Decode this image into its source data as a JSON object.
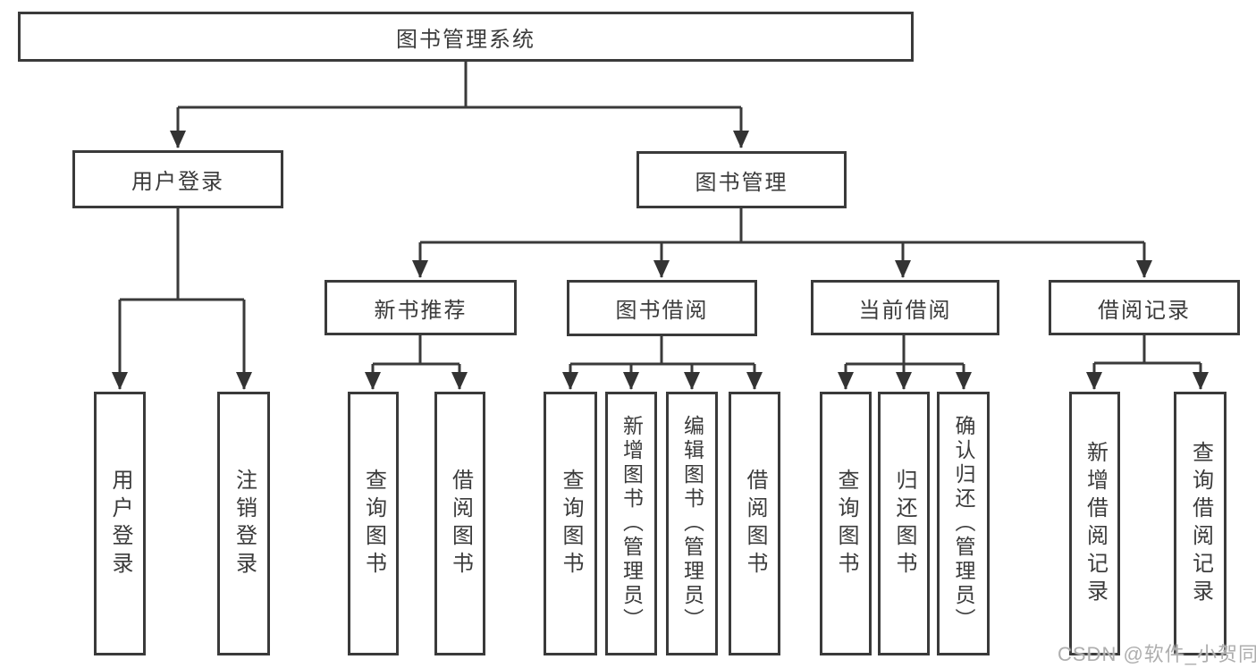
{
  "tree": {
    "root": {
      "label": "图书管理系统"
    },
    "branches": [
      {
        "label": "用户登录",
        "children": [
          {
            "label": "用户登录"
          },
          {
            "label": "注销登录"
          }
        ]
      },
      {
        "label": "图书管理",
        "sections": [
          {
            "label": "新书推荐",
            "children": [
              {
                "label": "查询图书"
              },
              {
                "label": "借阅图书"
              }
            ]
          },
          {
            "label": "图书借阅",
            "children": [
              {
                "label": "查询图书"
              },
              {
                "label": "新增图书（管理员）"
              },
              {
                "label": "编辑图书（管理员）"
              },
              {
                "label": "借阅图书"
              }
            ]
          },
          {
            "label": "当前借阅",
            "children": [
              {
                "label": "查询图书"
              },
              {
                "label": "归还图书"
              },
              {
                "label": "确认归还（管理员）"
              }
            ]
          },
          {
            "label": "借阅记录",
            "children": [
              {
                "label": "新增借阅记录"
              },
              {
                "label": "查询借阅记录"
              }
            ]
          }
        ]
      }
    ]
  },
  "watermark": {
    "text": "CSDN @软件_小贺同学"
  },
  "colors": {
    "line": "#3a3a3a",
    "text": "#3b3b3b",
    "box_background": "#ffffff",
    "page_background": "#ffffff",
    "watermark": "#aeaeae"
  }
}
